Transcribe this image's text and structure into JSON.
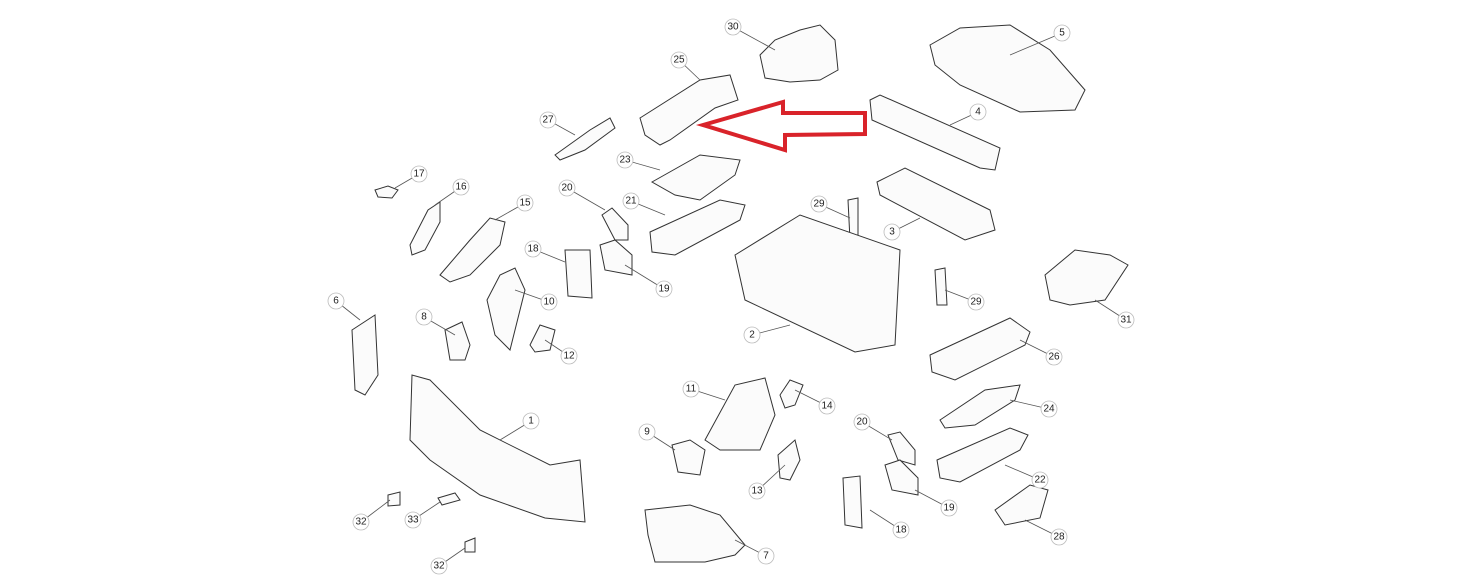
{
  "diagram": {
    "title": "Exploded parts diagram - body floor and rear panel components",
    "callouts": [
      "30",
      "25",
      "5",
      "4",
      "27",
      "23",
      "17",
      "16",
      "20",
      "21",
      "29",
      "15",
      "3",
      "18",
      "19",
      "29",
      "10",
      "31",
      "6",
      "8",
      "2",
      "12",
      "26",
      "11",
      "14",
      "24",
      "1",
      "20",
      "9",
      "13",
      "22",
      "19",
      "18",
      "28",
      "32",
      "33",
      "7",
      "32"
    ],
    "highlight_arrow": {
      "color": "#d9232a",
      "points_to": "25"
    }
  }
}
